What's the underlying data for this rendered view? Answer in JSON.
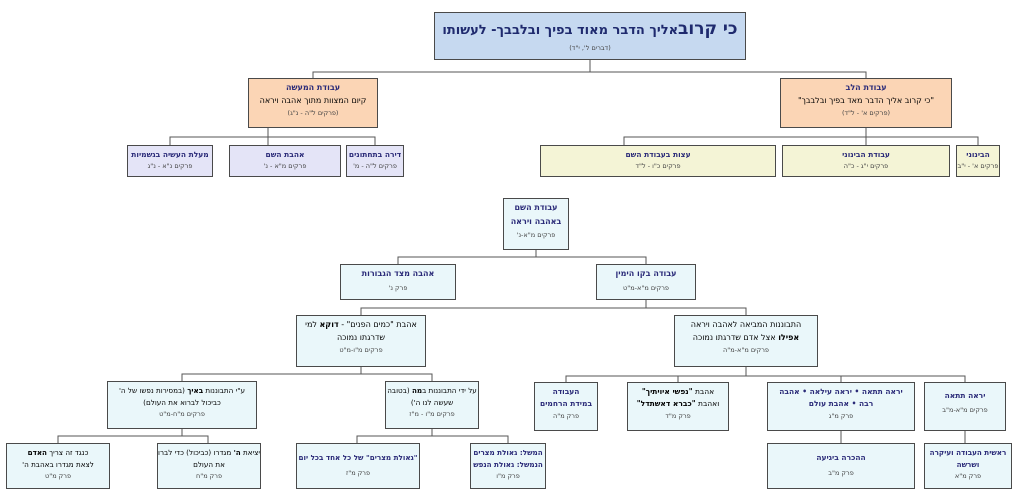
{
  "title": {
    "big": "כי קרוב",
    "rest": "אליך הדבר מאוד בפיך ובלבבך",
    "end": "- לעשותו",
    "source": "(דברים ל', י\"ד)"
  },
  "top": {
    "heart": {
      "title": "עבודת הלב",
      "quote": "\"כי קרוב אליך הדבר מאד בפיך ובלבבך\"",
      "chapters": "(פרקים א' - ל\"ד)"
    },
    "action": {
      "title": "עבודת המעשה",
      "desc": "קיום המצוות מתוך אהבה ויראה",
      "chapters": "(פרקים ל\"ה - נ\"ג)"
    }
  },
  "second": {
    "beinoni": {
      "title": "הבינוני",
      "chapters": "פרקים א' - י\"ב"
    },
    "avodat_habeinoni": {
      "title": "עבודת הבינוני",
      "chapters": "פרקים י\"ג - כ\"ה"
    },
    "etzot": {
      "title": "עצות בעבודת השם",
      "chapters": "פרקים כ\"ו - ל\"ד"
    },
    "dira": {
      "title": "דירה בתחתונים",
      "chapters": "פרקים ל\"ה - מ'"
    },
    "ahavat": {
      "title": "אהבת השם",
      "chapters": "פרקים מ\"א - נ'"
    },
    "maalat": {
      "title": "מעלת העשיה בגשמיות",
      "chapters": "פרקים נ\"א - נ\"ג"
    }
  },
  "avoda": {
    "l1": "עבודת השם",
    "l2": "באהבה ויראה",
    "chapters": "פרקים מ\"א-נ'"
  },
  "right_line": {
    "title": "עבודה בקו הימין",
    "chapters": "פרקים מ\"א-מ\"ט"
  },
  "left_line": {
    "title": "אהבה מצד הגבורות",
    "chapters": "פרק נ'"
  },
  "hitbonenut": {
    "l1": "התבוננות המביאה לאהבה ויראה",
    "l2b": "אפילו",
    "l2": "אצל אדם שדרגתו נמוכה",
    "chapters": "פרקים מ\"א-מ\"ה"
  },
  "kmayim": {
    "l1a": "אהבת \"כמים הפנים\" - ",
    "l1b": "דוקא",
    "l1c": "למי",
    "l2": "שדרגתו נמוכה",
    "chapters": "פרקים מ\"ו-מ\"ט"
  },
  "row4": {
    "yira_tata": {
      "title": "יראה תתאה",
      "chapters": "פרקים מ\"א-מ\"ב"
    },
    "yira_combo": {
      "l1": "יראה תתאה • יראה עילאה • אהבה",
      "l2": "רבה • אהבת עולם",
      "chapters": "פרק מ\"ג"
    },
    "nafshi": {
      "l1a": "אהבת ",
      "l1b": "\"נפשי איויתיך\"",
      "l2a": "ואהבת ",
      "l2b": "\"כברא דאשתדל\"",
      "chapters": "פרק מ\"ד"
    },
    "rachamim": {
      "l1": "העבודה",
      "l2": "במידת הרחמים",
      "chapters": "פרק מ\"ה"
    },
    "ma": {
      "l1a": "על ידי התבוננות ב",
      "l1b": "מה",
      "l1c": " (בטובה",
      "l2": "שעשה לנו ה')",
      "chapters": "פרקים מ\"ו - מ\"ז"
    },
    "eich": {
      "l1a": "ע\"י התבוננות ",
      "l1b": "באיך",
      "l1c": " (במסירות נפשו של ה'",
      "l2": "כביכול לברוא את העולם)",
      "chapters": "פרקים מ\"ח-מ\"ט"
    }
  },
  "row5": {
    "reshit": {
      "l1": "ראשית העבודה ועיקרה",
      "l2": "ושרשה",
      "chapters": "פרק מ\"א"
    },
    "hakara": {
      "title": "ההכרה ביגיעה",
      "chapters": "פרק מ\"ב"
    },
    "mashal": {
      "l1": "המשל: גאולת מצרים",
      "l2": "הנמשל: גאולת הנפש",
      "chapters": "פרק מ\"ו"
    },
    "geulat": {
      "title": "\"גאולת מצרים\" של כל אחד בכל יום",
      "chapters": "פרק מ\"ז"
    },
    "yetziat": {
      "l1a": "יציאת ",
      "l1b": "ה'",
      "l1c": " מגדרו (כביכול) כדי לברוא",
      "l2": "את העולם",
      "chapters": "פרק מ\"ח"
    },
    "keneged": {
      "l1a": "כנגד זה צריך ",
      "l1b": "האדם",
      "l2": "לצאת מגדרו באהבת ה'",
      "chapters": "פרק מ\"ט"
    }
  },
  "colors": {
    "root": "#c6d9f0",
    "peach": "#fbd5b5",
    "lavender": "#e4e4f7",
    "cream": "#f4f4d6",
    "cyan": "#eaf7fa",
    "heading": "#2a2a78"
  }
}
